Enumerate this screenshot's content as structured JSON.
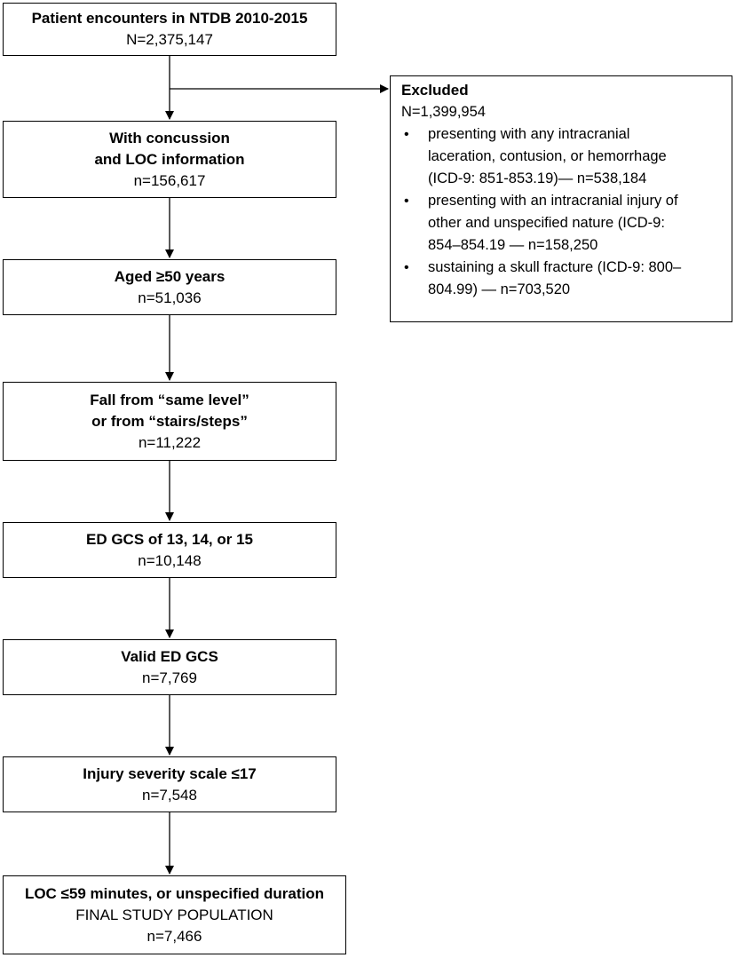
{
  "nodes": [
    {
      "id": "n1",
      "title": [
        "Patient encounters in NTDB 2010-2015"
      ],
      "sub": [],
      "count": "N=2,375,147"
    },
    {
      "id": "n2",
      "title": [
        "With concussion",
        "and LOC information"
      ],
      "sub": [],
      "count": "n=156,617"
    },
    {
      "id": "n3",
      "title": [
        "Aged ≥50 years"
      ],
      "sub": [],
      "count": "n=51,036"
    },
    {
      "id": "n4",
      "title": [
        "Fall from “same level”",
        "or from “stairs/steps”"
      ],
      "sub": [],
      "count": "n=11,222"
    },
    {
      "id": "n5",
      "title": [
        "ED GCS of 13, 14, or 15"
      ],
      "sub": [],
      "count": "n=10,148"
    },
    {
      "id": "n6",
      "title": [
        "Valid ED GCS"
      ],
      "sub": [],
      "count": "n=7,769"
    },
    {
      "id": "n7",
      "title": [
        "Injury severity scale ≤17"
      ],
      "sub": [],
      "count": "n=7,548"
    },
    {
      "id": "n8",
      "title": [
        "LOC ≤59 minutes, or unspecified duration"
      ],
      "sub": [
        "FINAL STUDY POPULATION"
      ],
      "count": "n=7,466"
    }
  ],
  "excluded": {
    "title": "Excluded",
    "count": "N=1,399,954",
    "bullet_symbol": "•",
    "items": [
      [
        "presenting with any intracranial",
        "laceration, contusion, or hemorrhage",
        "(ICD-9: 851-853.19)— n=538,184"
      ],
      [
        "presenting with an intracranial injury of",
        "other and unspecified nature (ICD-9:",
        "854–854.19 — n=158,250"
      ],
      [
        "sustaining a skull fracture (ICD-9: 800–",
        "804.99) — n=703,520"
      ]
    ]
  }
}
